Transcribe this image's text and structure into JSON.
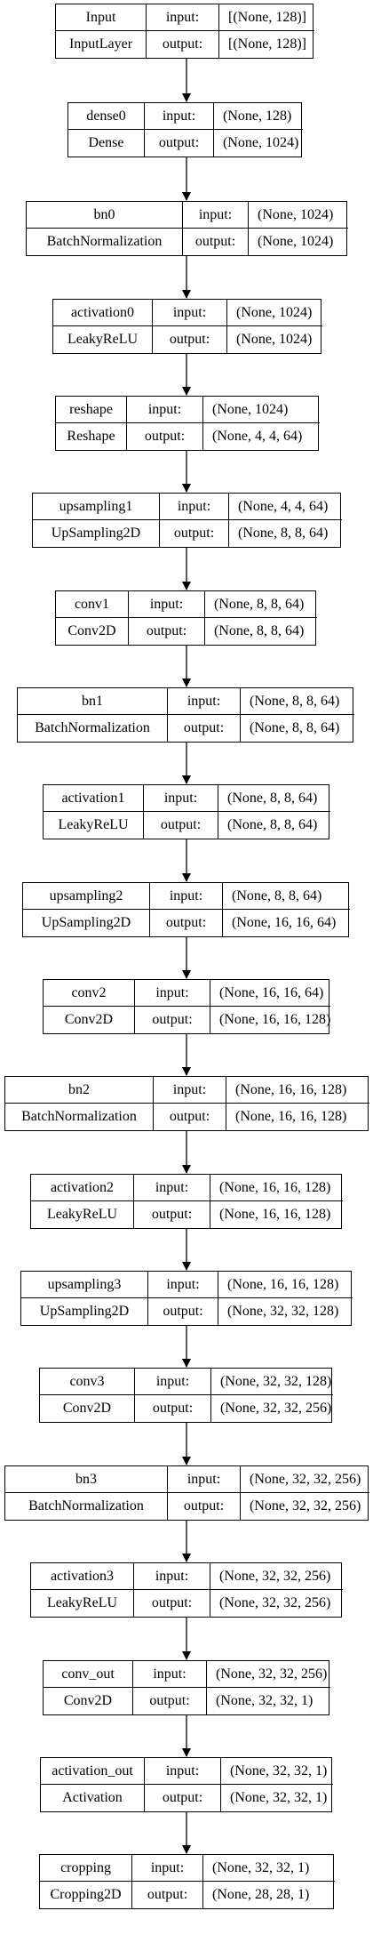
{
  "diagram": {
    "type": "keras-model-plot",
    "labels": {
      "input": "input:",
      "output": "output:"
    },
    "layers": [
      {
        "name": "Input",
        "type": "InputLayer",
        "input_shape": "[(None, 128)]",
        "output_shape": "[(None, 128)]"
      },
      {
        "name": "dense0",
        "type": "Dense",
        "input_shape": "(None, 128)",
        "output_shape": "(None, 1024)"
      },
      {
        "name": "bn0",
        "type": "BatchNormalization",
        "input_shape": "(None, 1024)",
        "output_shape": "(None, 1024)"
      },
      {
        "name": "activation0",
        "type": "LeakyReLU",
        "input_shape": "(None, 1024)",
        "output_shape": "(None, 1024)"
      },
      {
        "name": "reshape",
        "type": "Reshape",
        "input_shape": "(None, 1024)",
        "output_shape": "(None, 4, 4, 64)"
      },
      {
        "name": "upsampling1",
        "type": "UpSampling2D",
        "input_shape": "(None, 4, 4, 64)",
        "output_shape": "(None, 8, 8, 64)"
      },
      {
        "name": "conv1",
        "type": "Conv2D",
        "input_shape": "(None, 8, 8, 64)",
        "output_shape": "(None, 8, 8, 64)"
      },
      {
        "name": "bn1",
        "type": "BatchNormalization",
        "input_shape": "(None, 8, 8, 64)",
        "output_shape": "(None, 8, 8, 64)"
      },
      {
        "name": "activation1",
        "type": "LeakyReLU",
        "input_shape": "(None, 8, 8, 64)",
        "output_shape": "(None, 8, 8, 64)"
      },
      {
        "name": "upsampling2",
        "type": "UpSampling2D",
        "input_shape": "(None, 8, 8, 64)",
        "output_shape": "(None, 16, 16, 64)"
      },
      {
        "name": "conv2",
        "type": "Conv2D",
        "input_shape": "(None, 16, 16, 64)",
        "output_shape": "(None, 16, 16, 128)"
      },
      {
        "name": "bn2",
        "type": "BatchNormalization",
        "input_shape": "(None, 16, 16, 128)",
        "output_shape": "(None, 16, 16, 128)"
      },
      {
        "name": "activation2",
        "type": "LeakyReLU",
        "input_shape": "(None, 16, 16, 128)",
        "output_shape": "(None, 16, 16, 128)"
      },
      {
        "name": "upsampling3",
        "type": "UpSampling2D",
        "input_shape": "(None, 16, 16, 128)",
        "output_shape": "(None, 32, 32, 128)"
      },
      {
        "name": "conv3",
        "type": "Conv2D",
        "input_shape": "(None, 32, 32, 128)",
        "output_shape": "(None, 32, 32, 256)"
      },
      {
        "name": "bn3",
        "type": "BatchNormalization",
        "input_shape": "(None, 32, 32, 256)",
        "output_shape": "(None, 32, 32, 256)"
      },
      {
        "name": "activation3",
        "type": "LeakyReLU",
        "input_shape": "(None, 32, 32, 256)",
        "output_shape": "(None, 32, 32, 256)"
      },
      {
        "name": "conv_out",
        "type": "Conv2D",
        "input_shape": "(None, 32, 32, 256)",
        "output_shape": "(None, 32, 32, 1)"
      },
      {
        "name": "activation_out",
        "type": "Activation",
        "input_shape": "(None, 32, 32, 1)",
        "output_shape": "(None, 32, 32, 1)"
      },
      {
        "name": "cropping",
        "type": "Cropping2D",
        "input_shape": "(None, 32, 32, 1)",
        "output_shape": "(None, 28, 28, 1)"
      }
    ]
  }
}
